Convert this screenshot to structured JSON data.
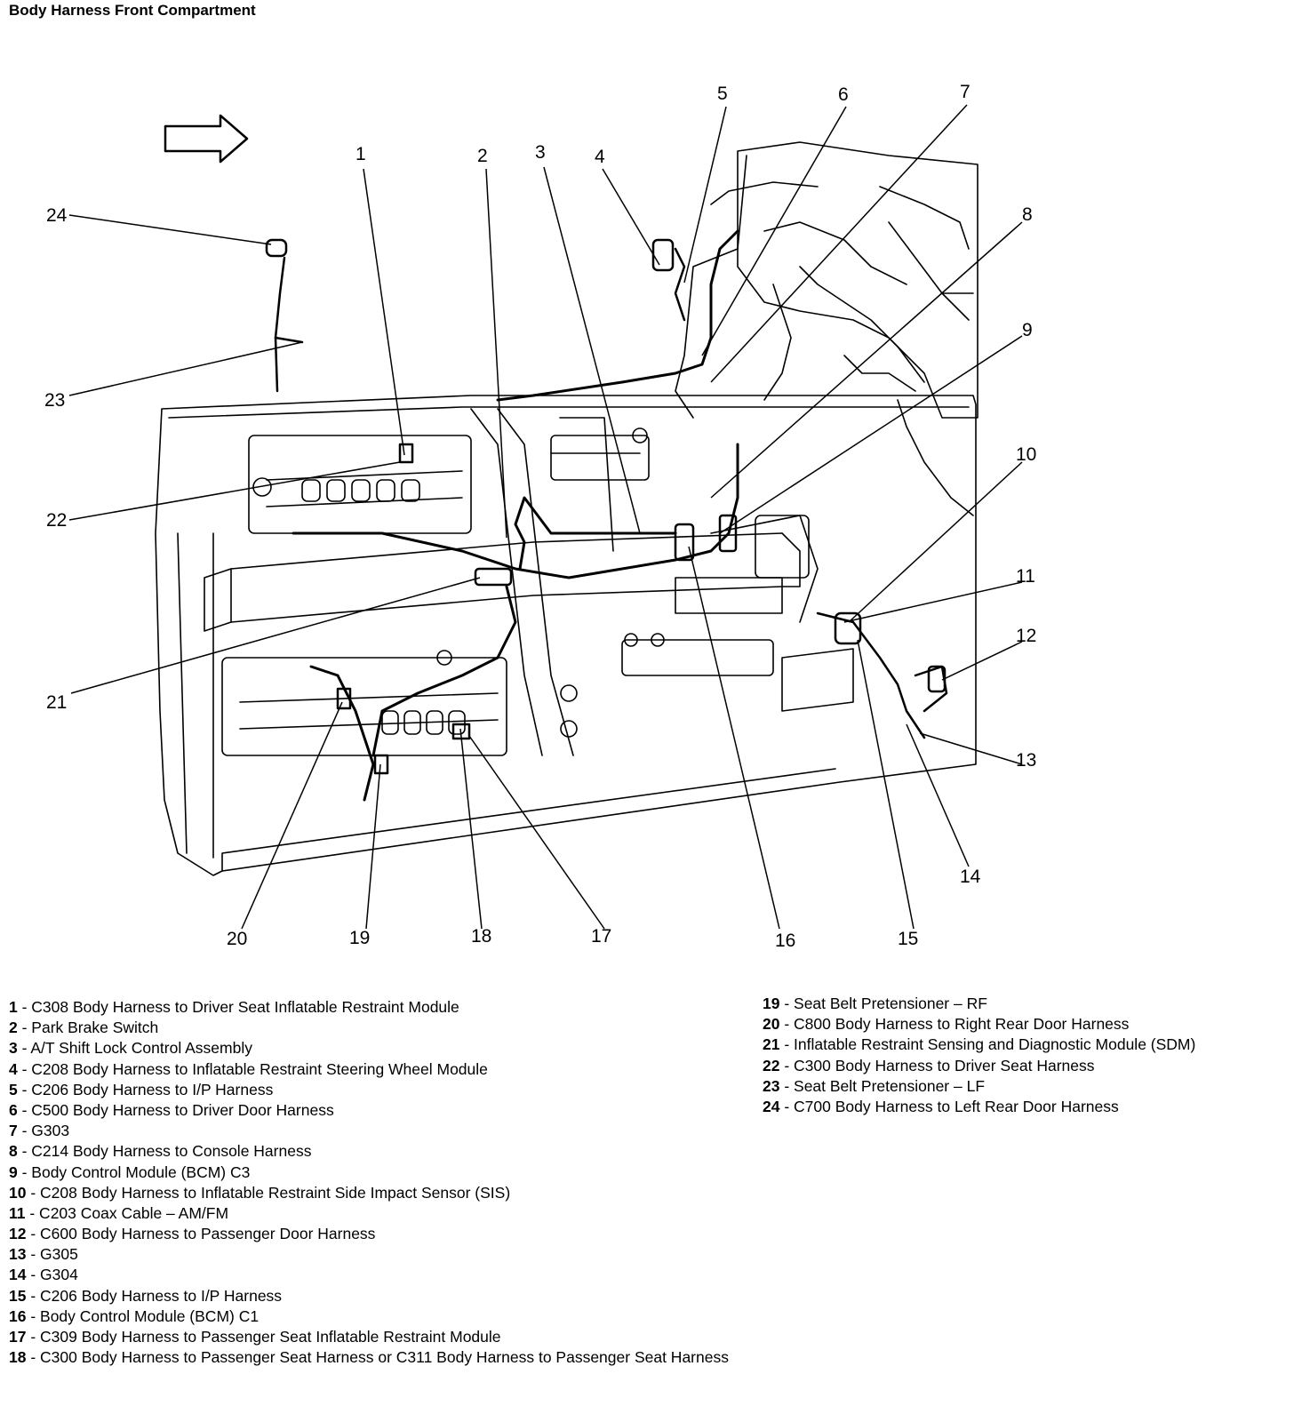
{
  "title": "Body Harness Front Compartment",
  "callouts": [
    "1",
    "2",
    "3",
    "4",
    "5",
    "6",
    "7",
    "8",
    "9",
    "10",
    "11",
    "12",
    "13",
    "14",
    "15",
    "16",
    "17",
    "18",
    "19",
    "20",
    "21",
    "22",
    "23",
    "24"
  ],
  "legend_left": [
    {
      "num": "1",
      "text": " - C308 Body Harness to Driver Seat Inflatable Restraint Module"
    },
    {
      "num": "2",
      "text": " - Park Brake Switch"
    },
    {
      "num": "3",
      "text": " - A/T Shift Lock Control Assembly"
    },
    {
      "num": "4",
      "text": " - C208 Body Harness to Inflatable Restraint Steering Wheel Module"
    },
    {
      "num": "5",
      "text": " - C206 Body Harness to I/P Harness"
    },
    {
      "num": "6",
      "text": " - C500 Body Harness to Driver Door Harness"
    },
    {
      "num": "7",
      "text": " - G303"
    },
    {
      "num": "8",
      "text": " - C214 Body Harness to Console Harness"
    },
    {
      "num": "9",
      "text": " - Body Control Module (BCM) C3"
    },
    {
      "num": "10",
      "text": " - C208 Body Harness to Inflatable Restraint Side Impact Sensor (SIS)"
    },
    {
      "num": "11",
      "text": " - C203 Coax Cable – AM/FM"
    },
    {
      "num": "12",
      "text": " - C600 Body Harness to Passenger Door Harness"
    },
    {
      "num": "13",
      "text": " - G305"
    },
    {
      "num": "14",
      "text": " - G304"
    },
    {
      "num": "15",
      "text": " - C206 Body Harness to I/P Harness"
    },
    {
      "num": "16",
      "text": " - Body Control Module (BCM) C1"
    },
    {
      "num": "17",
      "text": " - C309 Body Harness to Passenger Seat Inflatable Restraint Module"
    },
    {
      "num": "18",
      "text": " - C300 Body Harness to Passenger Seat Harness or C311 Body Harness to Passenger Seat Harness"
    }
  ],
  "legend_right": [
    {
      "num": "19",
      "text": " - Seat Belt Pretensioner – RF"
    },
    {
      "num": "20",
      "text": " - C800 Body Harness to Right Rear Door Harness"
    },
    {
      "num": "21",
      "text": " - Inflatable Restraint Sensing and Diagnostic Module (SDM)"
    },
    {
      "num": "22",
      "text": " - C300 Body Harness to Driver Seat Harness"
    },
    {
      "num": "23",
      "text": " - Seat Belt Pretensioner – LF"
    },
    {
      "num": "24",
      "text": " - C700 Body Harness to Left Rear Door Harness"
    }
  ]
}
